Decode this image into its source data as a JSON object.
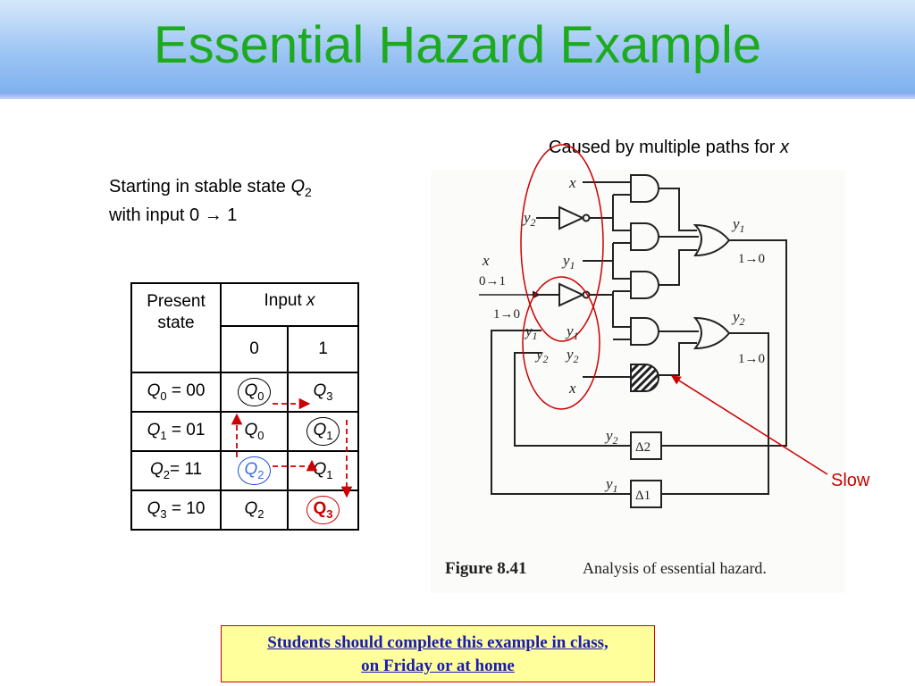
{
  "slide": {
    "title": "Essential Hazard Example",
    "start_note_line1": "Starting in stable state ",
    "start_note_state": "Q",
    "start_note_state_sub": "2",
    "start_note_line2": "with input 0 → 1",
    "cause_text": "Caused by multiple paths for ",
    "cause_var": "x",
    "slow_label": "Slow",
    "callout_line1": "Students should complete this example in class,",
    "callout_line2": "on Friday or at home"
  },
  "table": {
    "header_present": "Present state",
    "header_input": "Input ",
    "header_input_var": "x",
    "col0": "0",
    "col1": "1",
    "rows": [
      {
        "sym": "Q",
        "sub": "0",
        "code": " = 00",
        "n0": "Q",
        "n0s": "0",
        "n1": "Q",
        "n1s": "3"
      },
      {
        "sym": "Q",
        "sub": "1",
        "code": " = 01",
        "n0": "Q",
        "n0s": "0",
        "n1": "Q",
        "n1s": "1"
      },
      {
        "sym": "Q",
        "sub": "2",
        "code": "= 11",
        "n0": "Q",
        "n0s": "2",
        "n1": "Q",
        "n1s": "1"
      },
      {
        "sym": "Q",
        "sub": "3",
        "code": " = 10",
        "n0": "Q",
        "n0s": "2",
        "n1": "Q",
        "n1s": "3"
      }
    ]
  },
  "figure": {
    "caption_label": "Figure 8.41",
    "caption_text": "Analysis of essential hazard.",
    "in_x1": "x",
    "in_y2": "y",
    "in_y2s": "2",
    "in_y1": "y",
    "in_y1s": "1",
    "ext_x": "x",
    "ext_x_trans": "0→1",
    "fb_y1_trans": "1→0",
    "fb_y1": "y",
    "fb_y1s": "1",
    "in_y1b": "y",
    "in_y1bs": "1",
    "fb_y2": "y",
    "fb_y2s": "2",
    "in_y2b": "y",
    "in_y2bs": "2",
    "in_x2": "x",
    "out_y1": "y",
    "out_y1s": "1",
    "out_y1_trans": "1→0",
    "out_y2": "y",
    "out_y2s": "2",
    "out_y2_trans": "1→0",
    "delay_y2_label": "y",
    "delay_y2_labels": "2",
    "delay2": "Δ2",
    "delay_y1_label": "y",
    "delay_y1_labels": "1",
    "delay1": "Δ1"
  },
  "colors": {
    "title": "#1eaa1e",
    "arrow": "#cc0000",
    "circle_highlight": "#1a4ed8",
    "callout_bg": "#ffff9c"
  }
}
